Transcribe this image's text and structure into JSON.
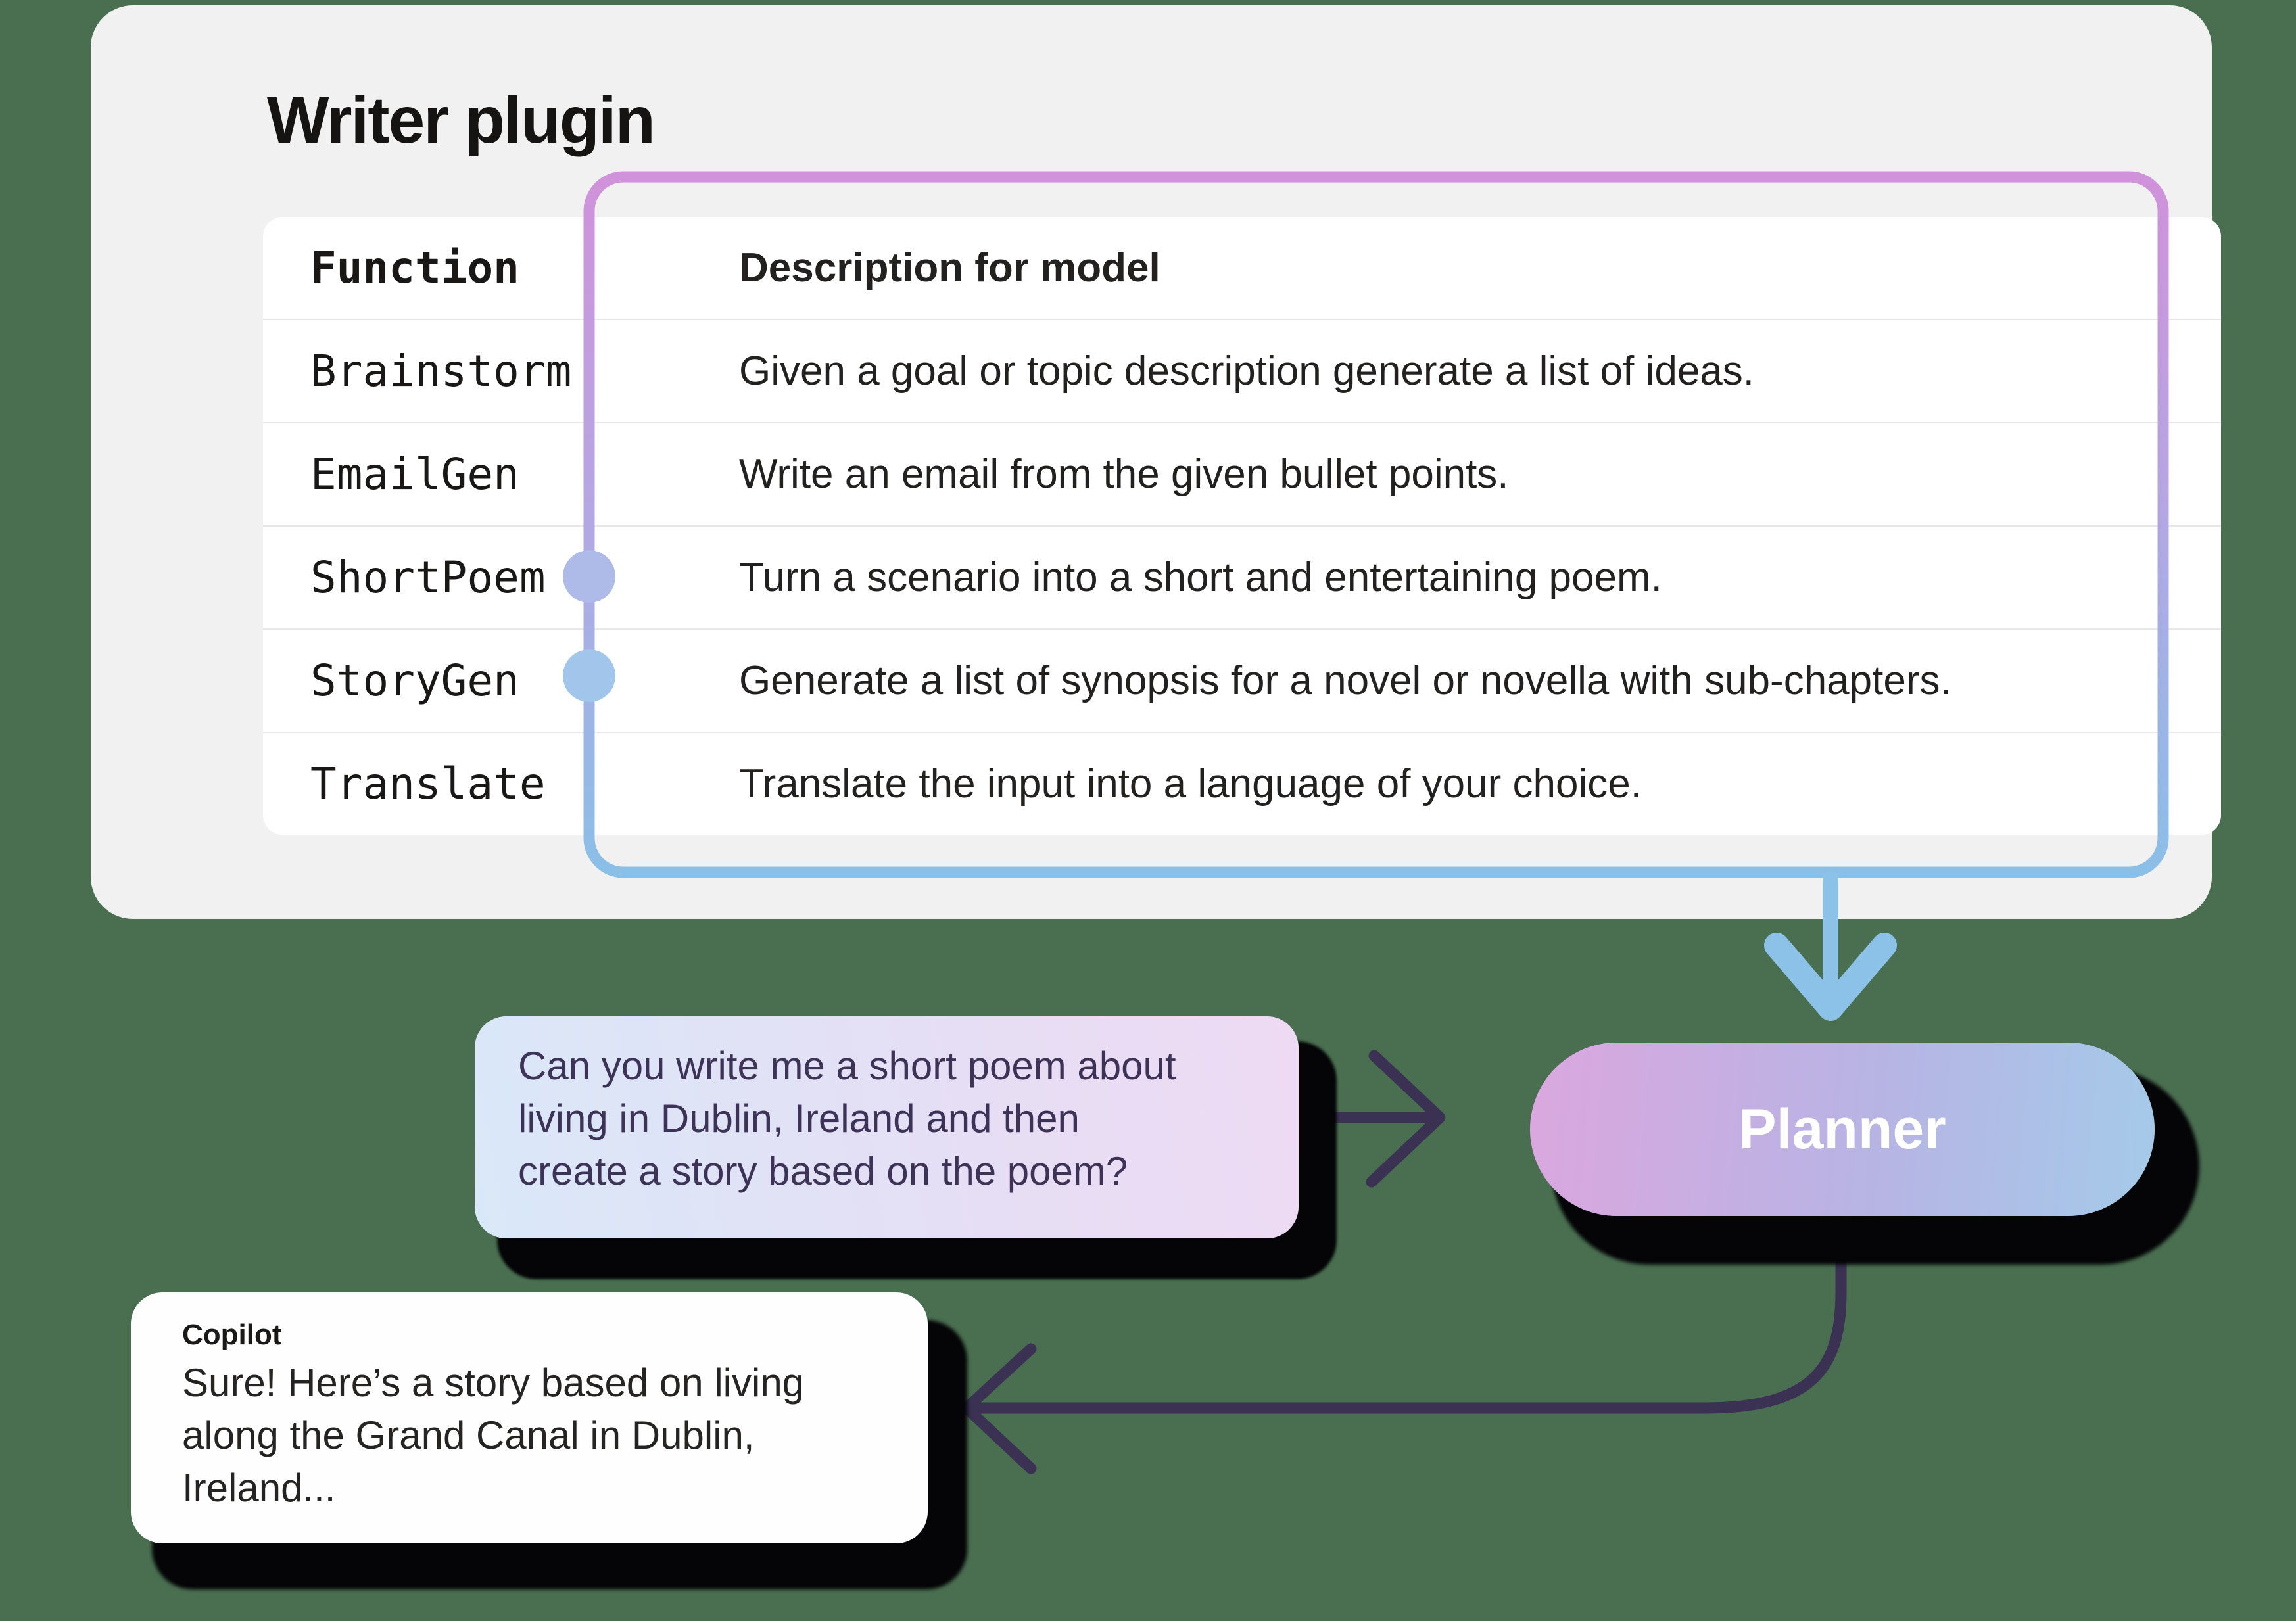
{
  "background_color": "#4A6F50",
  "plugin_card": {
    "title": "Writer plugin",
    "table": {
      "columns": [
        "Function",
        "Description for model"
      ],
      "rows": [
        {
          "function": "Brainstorm",
          "description": "Given a goal or topic description generate a list of ideas."
        },
        {
          "function": "EmailGen",
          "description": "Write an email from the given bullet points."
        },
        {
          "function": "ShortPoem",
          "description": "Turn a scenario into a short and entertaining poem."
        },
        {
          "function": "StoryGen",
          "description": "Generate a list of synopsis for a novel or novella with sub-chapters."
        },
        {
          "function": "Translate",
          "description": "Translate the input into a language of your choice."
        }
      ]
    }
  },
  "connector": {
    "highlighted_functions": [
      "ShortPoem",
      "StoryGen"
    ],
    "outline_gradient_top": "#D092DA",
    "outline_gradient_mid": "#B3A8E3",
    "outline_gradient_bottom": "#8ABFE7",
    "shortpoem_dot_color": "#AEBBE9",
    "storygen_dot_color": "#A2C5EC",
    "blue_arrow_color": "#8CC2E8",
    "dark_arrow_color": "#3A3153"
  },
  "user_bubble": {
    "text": "Can you write me a short poem about\nliving in Dublin, Ireland and then\ncreate a story based on the poem?"
  },
  "planner": {
    "label": "Planner",
    "gradient_left": "#DBA7DF",
    "gradient_right": "#A5CAE9"
  },
  "copilot_bubble": {
    "speaker": "Copilot",
    "text": "Sure! Here’s a story based on living\nalong the Grand Canal in Dublin,\nIreland..."
  }
}
